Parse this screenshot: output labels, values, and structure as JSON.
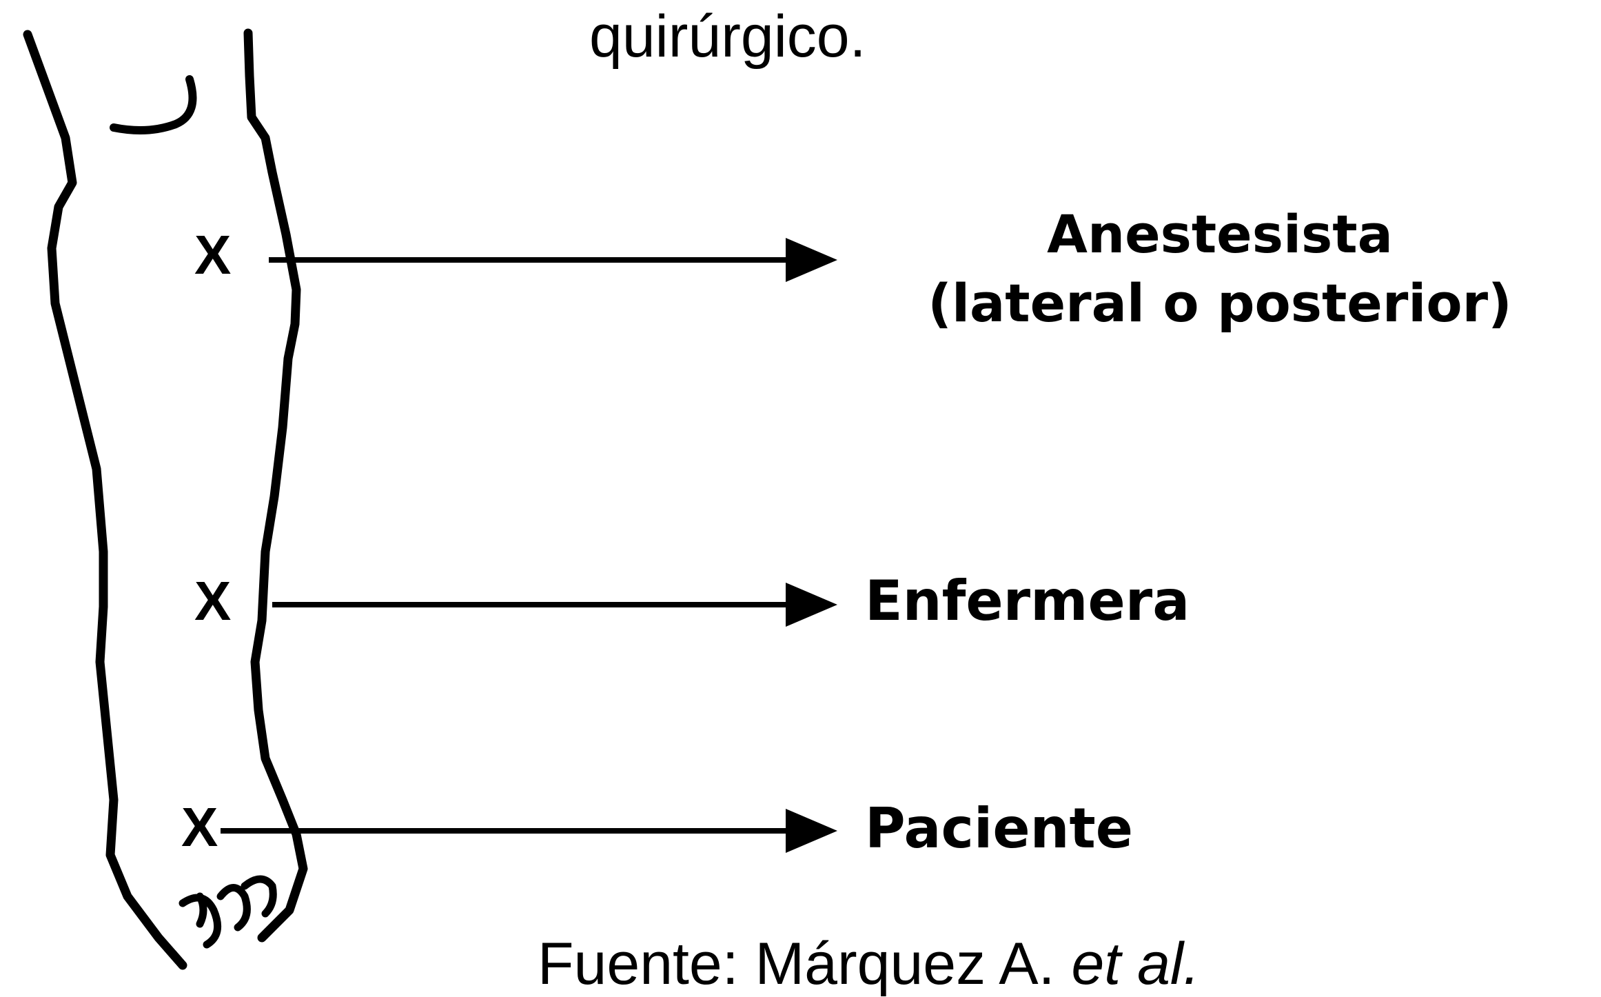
{
  "caption_top": "quirúrgico.",
  "marks": {
    "m1": "X",
    "m2": "X",
    "m3": "X"
  },
  "labels": {
    "anestesista_line1": "Anestesista",
    "anestesista_line2": "(lateral o posterior)",
    "enfermera": "Enfermera",
    "paciente": "Paciente"
  },
  "source": {
    "prefix": "Fuente:",
    "author": "Márquez A.",
    "etal": "et al."
  }
}
